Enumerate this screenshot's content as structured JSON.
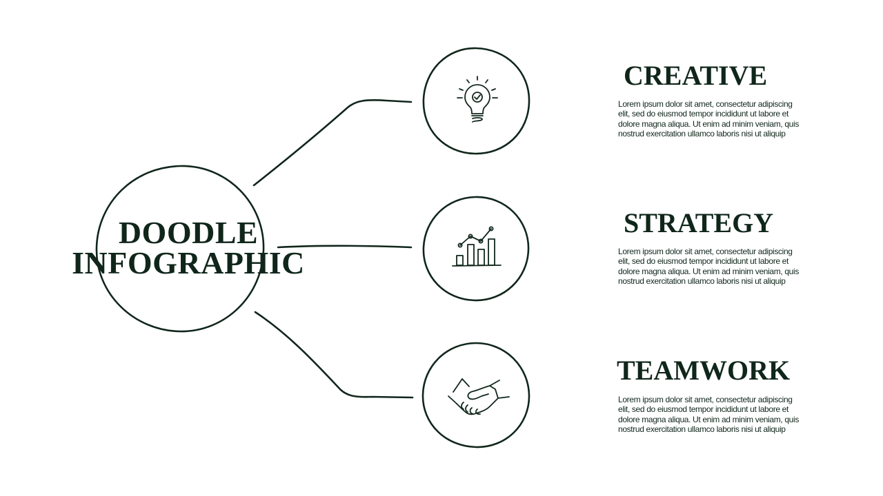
{
  "title": {
    "line1": "DOODLE",
    "line2": "INFOGRAPHIC"
  },
  "colors": {
    "ink": "#10261b",
    "background": "#ffffff"
  },
  "items": [
    {
      "heading": "CREATIVE",
      "icon": "lightbulb-check-icon",
      "text": "Lorem ipsum dolor sit amet, consectetur adipiscing elit, sed do eiusmod tempor incididunt ut labore et dolore magna aliqua. Ut enim ad minim veniam, quis nostrud exercitation ullamco laboris nisi ut aliquip"
    },
    {
      "heading": "STRATEGY",
      "icon": "bar-chart-growth-icon",
      "text": "Lorem ipsum dolor sit amet, consectetur adipiscing elit, sed do eiusmod tempor incididunt ut labore et dolore magna aliqua. Ut enim ad minim veniam, quis nostrud exercitation ullamco laboris nisi ut aliquip"
    },
    {
      "heading": "TEAMWORK",
      "icon": "handshake-icon",
      "text": "Lorem ipsum dolor sit amet, consectetur adipiscing elit, sed do eiusmod tempor incididunt ut labore et dolore magna aliqua. Ut enim ad minim veniam, quis nostrud exercitation ullamco laboris nisi ut aliquip"
    }
  ]
}
